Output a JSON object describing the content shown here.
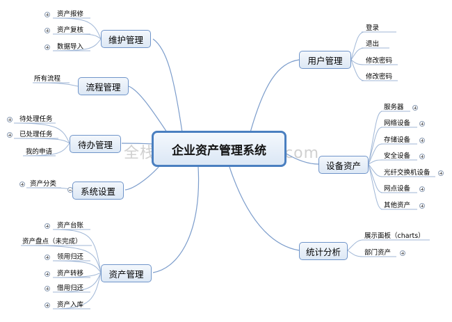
{
  "center": "企业资产管理系统",
  "watermark": "全栈小白@zuidaima.com",
  "branches": {
    "weihu": {
      "label": "维护管理",
      "children": [
        "资产报修",
        "资产复核",
        "数据导入"
      ]
    },
    "liucheng": {
      "label": "流程管理",
      "children": [
        "所有流程"
      ]
    },
    "daiban": {
      "label": "待办管理",
      "children": [
        "待处理任务",
        "已处理任务",
        "我的申请"
      ]
    },
    "xitong": {
      "label": "系统设置",
      "children": [
        "资产分类"
      ]
    },
    "zichan": {
      "label": "资产管理",
      "children": [
        "资产台账",
        "资产盘点（未完成）",
        "领用归还",
        "资产转移",
        "借用归还",
        "资产入库"
      ]
    },
    "yonghu": {
      "label": "用户管理",
      "children": [
        "登录",
        "退出",
        "修改密码",
        "修改密码"
      ]
    },
    "shebei": {
      "label": "设备资产",
      "children": [
        "服务器",
        "网络设备",
        "存储设备",
        "安全设备",
        "光纤交换机设备",
        "网点设备",
        "其他资产"
      ]
    },
    "tongji": {
      "label": "统计分析",
      "children": [
        "展示面板（charts）",
        "部门资产"
      ]
    }
  }
}
